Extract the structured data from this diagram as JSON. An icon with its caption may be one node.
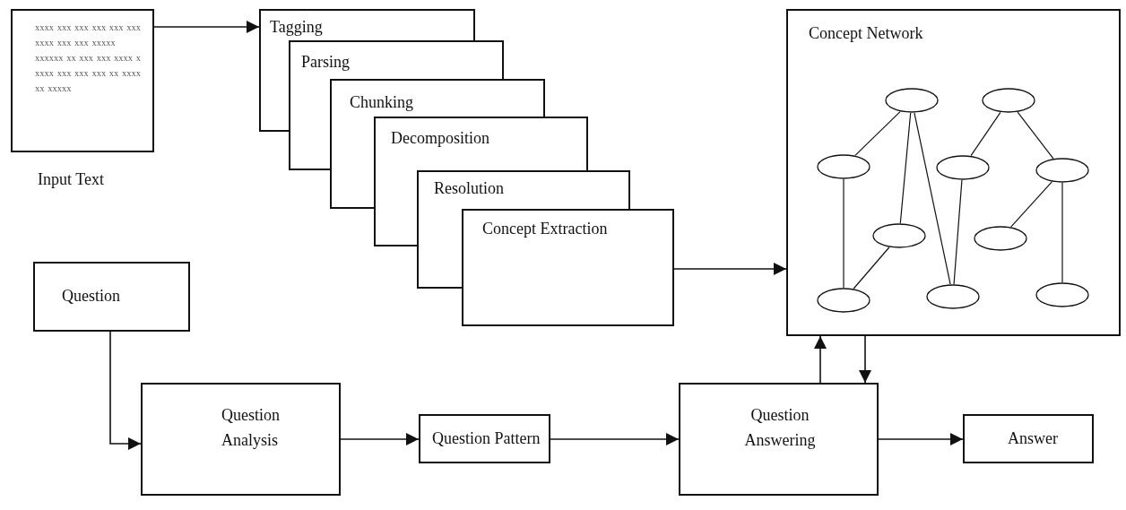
{
  "diagram": {
    "nodes": [
      {
        "text": [
          "xxxx xxx xxx xxx xxx xxx xxxx xxx xxx xxxxx xxxxxx xx xxx xxx xxxx x xxxx xxx xxx xxx xx xxxx xx xxxxx"
        ],
        "beside": [
          "Input Text"
        ]
      },
      {
        "text": [
          "Tagging"
        ]
      },
      {
        "text": [
          "Parsing"
        ]
      },
      {
        "text": [
          "Chunking"
        ]
      },
      {
        "text": [
          "Decomposition"
        ]
      },
      {
        "text": [
          "Resolution"
        ]
      },
      {
        "text": [
          "Concept Extraction"
        ]
      },
      {
        "text": [
          "Concept Network"
        ]
      },
      {
        "text": [],
        "shape": "ellipse",
        "in": 7
      },
      {
        "text": [],
        "shape": "ellipse",
        "in": 7
      },
      {
        "text": [],
        "shape": "ellipse",
        "in": 7
      },
      {
        "text": [],
        "shape": "ellipse",
        "in": 7
      },
      {
        "text": [],
        "shape": "ellipse",
        "in": 7
      },
      {
        "text": [],
        "shape": "ellipse",
        "in": 7
      },
      {
        "text": [],
        "shape": "ellipse",
        "in": 7
      },
      {
        "text": [],
        "shape": "ellipse",
        "in": 7
      },
      {
        "text": [],
        "shape": "ellipse",
        "in": 7
      },
      {
        "text": [],
        "shape": "ellipse",
        "in": 7
      },
      {
        "text": [
          "Question"
        ]
      },
      {
        "text": [
          "Question Analysis"
        ]
      },
      {
        "text": [
          "Question Pattern"
        ]
      },
      {
        "text": [
          "Question Answering"
        ]
      },
      {
        "text": [
          "Answer"
        ]
      }
    ],
    "edges": [
      {
        "from": 0,
        "to": 1,
        "arrow": "to"
      },
      {
        "from": 6,
        "to": 7,
        "arrow": "to"
      },
      {
        "from": 8,
        "to": 10,
        "arrow": "none"
      },
      {
        "from": 8,
        "to": 13,
        "arrow": "none"
      },
      {
        "from": 8,
        "to": 16,
        "arrow": "none"
      },
      {
        "from": 9,
        "to": 11,
        "arrow": "none"
      },
      {
        "from": 9,
        "to": 12,
        "arrow": "none"
      },
      {
        "from": 10,
        "to": 15,
        "arrow": "none"
      },
      {
        "from": 13,
        "to": 15,
        "arrow": "none"
      },
      {
        "from": 11,
        "to": 16,
        "arrow": "none"
      },
      {
        "from": 12,
        "to": 14,
        "arrow": "none"
      },
      {
        "from": 12,
        "to": 17,
        "arrow": "none"
      },
      {
        "from": 18,
        "to": 19,
        "arrow": "to"
      },
      {
        "from": 19,
        "to": 20,
        "arrow": "to"
      },
      {
        "from": 20,
        "to": 21,
        "arrow": "to"
      },
      {
        "from": 21,
        "to": 7,
        "arrow": "to"
      },
      {
        "from": 7,
        "to": 21,
        "arrow": "to"
      },
      {
        "from": 21,
        "to": 22,
        "arrow": "to"
      }
    ]
  }
}
